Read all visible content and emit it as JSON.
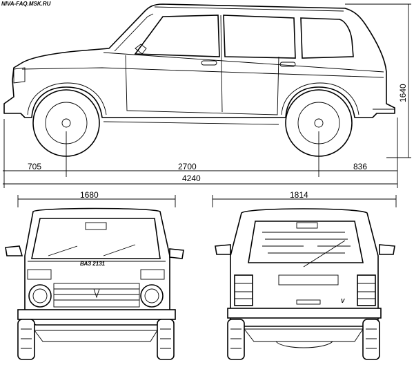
{
  "source_url": "NIVA-FAQ.MSK.RU",
  "dimensions": {
    "front_overhang": "705",
    "wheelbase": "2700",
    "rear_overhang": "836",
    "overall_length": "4240",
    "height": "1640",
    "front_width": "1680",
    "rear_width": "1814"
  },
  "plate_text": "ВАЗ 2131"
}
